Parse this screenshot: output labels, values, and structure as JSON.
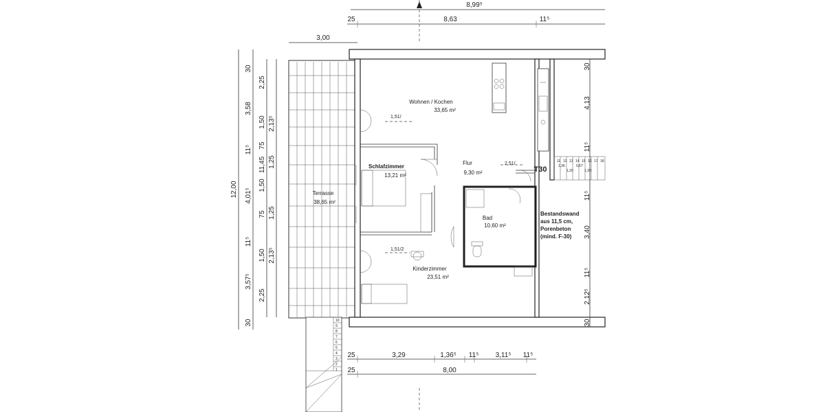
{
  "rooms": {
    "wohnen": {
      "name": "Wohnen / Kochen",
      "area": "33,65 m²"
    },
    "flur": {
      "name": "Flur",
      "area": "9,30 m²"
    },
    "schlaf": {
      "name": "Schlafzimmer",
      "area": "13,21 m²"
    },
    "bad": {
      "name": "Bad",
      "area": "10,60 m²"
    },
    "kinder": {
      "name": "Kinderzimmer",
      "area": "23,51 m²"
    },
    "terrasse": {
      "name": "Terrasse",
      "area": "38,65 m²"
    }
  },
  "labels": {
    "t30": "T30",
    "wall_note": [
      "Bestandswand",
      "aus 11,5 cm,",
      "Porenbeton",
      "(mind. F-30)"
    ],
    "win_wohnen": "1,51/",
    "win_kinder": "1,51/2",
    "win_flur": "2,51/"
  },
  "dims_top": {
    "overall": "8,99⁵",
    "left_wall": "25",
    "inner": "8,63",
    "right_wall": "11⁵",
    "terrace_width": "3,00"
  },
  "dims_bottom": {
    "row1": [
      "25",
      "3,29",
      "1,36⁵",
      "11⁵",
      "3,11⁵",
      "11⁵"
    ],
    "row2": [
      "25",
      "8,00"
    ]
  },
  "dims_left_outer": [
    "12,00"
  ],
  "dims_left_mid": [
    "30",
    "3,58",
    "11⁵",
    "4,01⁵",
    "11⁵",
    "3,57⁵",
    "30"
  ],
  "dims_left_inner": [
    "2,25",
    "1,50",
    "75",
    "1,50",
    "75",
    "1,50",
    "2,25",
    "11,45"
  ],
  "dims_left_win": [
    "2,13⁵",
    "1,25",
    "1,25",
    "2,13⁵"
  ],
  "dims_right": [
    "30",
    "4,13",
    "11⁵",
    "11⁵",
    "3,40",
    "11⁵",
    "2,12⁵",
    "30"
  ],
  "stairs": {
    "top_steps": [
      "11",
      "12",
      "13",
      "14",
      "15",
      "16",
      "17",
      "18"
    ],
    "top_dims": [
      "0,67",
      "1,36",
      "1,20",
      "1,30"
    ],
    "bottom_steps": [
      "1",
      "2",
      "3",
      "4",
      "5",
      "6",
      "7",
      "8",
      "9",
      "10"
    ]
  }
}
